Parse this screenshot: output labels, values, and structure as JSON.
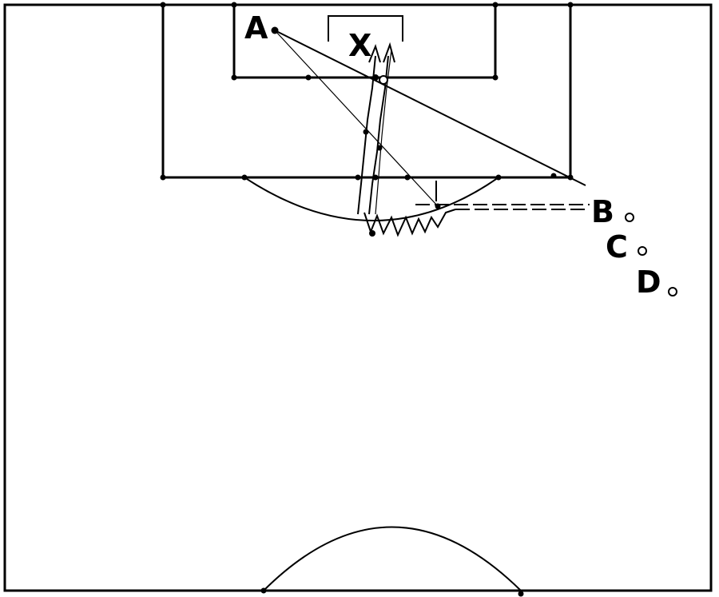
{
  "labels": {
    "a": "A",
    "x": "X",
    "b": "B",
    "c": "C",
    "d": "D"
  }
}
